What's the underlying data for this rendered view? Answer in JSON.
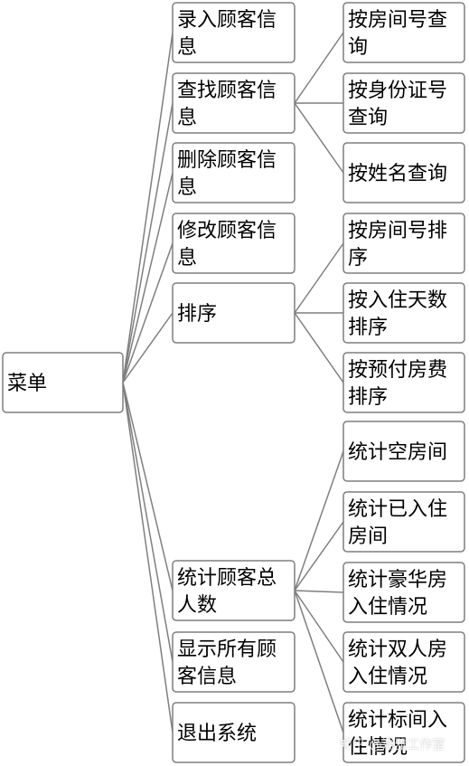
{
  "root": {
    "id": "menu",
    "lines": [
      "菜单"
    ]
  },
  "level1": [
    {
      "id": "enter",
      "lines": [
        "录入顾客信",
        "息"
      ]
    },
    {
      "id": "find",
      "lines": [
        "查找顾客信",
        "息"
      ]
    },
    {
      "id": "delete",
      "lines": [
        "删除顾客信",
        "息"
      ]
    },
    {
      "id": "modify",
      "lines": [
        "修改顾客信",
        "息"
      ]
    },
    {
      "id": "sort",
      "lines": [
        "排序"
      ]
    },
    {
      "id": "stats",
      "lines": [
        "统计顾客总",
        "人数"
      ]
    },
    {
      "id": "showall",
      "lines": [
        "显示所有顾",
        "客信息"
      ]
    },
    {
      "id": "exit",
      "lines": [
        "退出系统"
      ]
    }
  ],
  "level2": [
    {
      "id": "find-room",
      "parent": "find",
      "lines": [
        "按房间号查",
        "询"
      ]
    },
    {
      "id": "find-id",
      "parent": "find",
      "lines": [
        "按身份证号",
        "查询"
      ]
    },
    {
      "id": "find-name",
      "parent": "find",
      "lines": [
        "按姓名查询"
      ]
    },
    {
      "id": "sort-room",
      "parent": "sort",
      "lines": [
        "按房间号排",
        "序"
      ]
    },
    {
      "id": "sort-days",
      "parent": "sort",
      "lines": [
        "按入住天数",
        "排序"
      ]
    },
    {
      "id": "sort-fee",
      "parent": "sort",
      "lines": [
        "按预付房费",
        "排序"
      ]
    },
    {
      "id": "stats-empty",
      "parent": "stats",
      "lines": [
        "统计空房间"
      ]
    },
    {
      "id": "stats-occupied",
      "parent": "stats",
      "lines": [
        "统计已入住",
        "房间"
      ]
    },
    {
      "id": "stats-luxury",
      "parent": "stats",
      "lines": [
        "统计豪华房",
        "入住情况"
      ]
    },
    {
      "id": "stats-double",
      "parent": "stats",
      "lines": [
        "统计双人房",
        "入住情况"
      ]
    },
    {
      "id": "stats-standard",
      "parent": "stats",
      "lines": [
        "统计标间入",
        "住情况"
      ]
    }
  ],
  "watermark": "知乎 @浩雅工作室"
}
